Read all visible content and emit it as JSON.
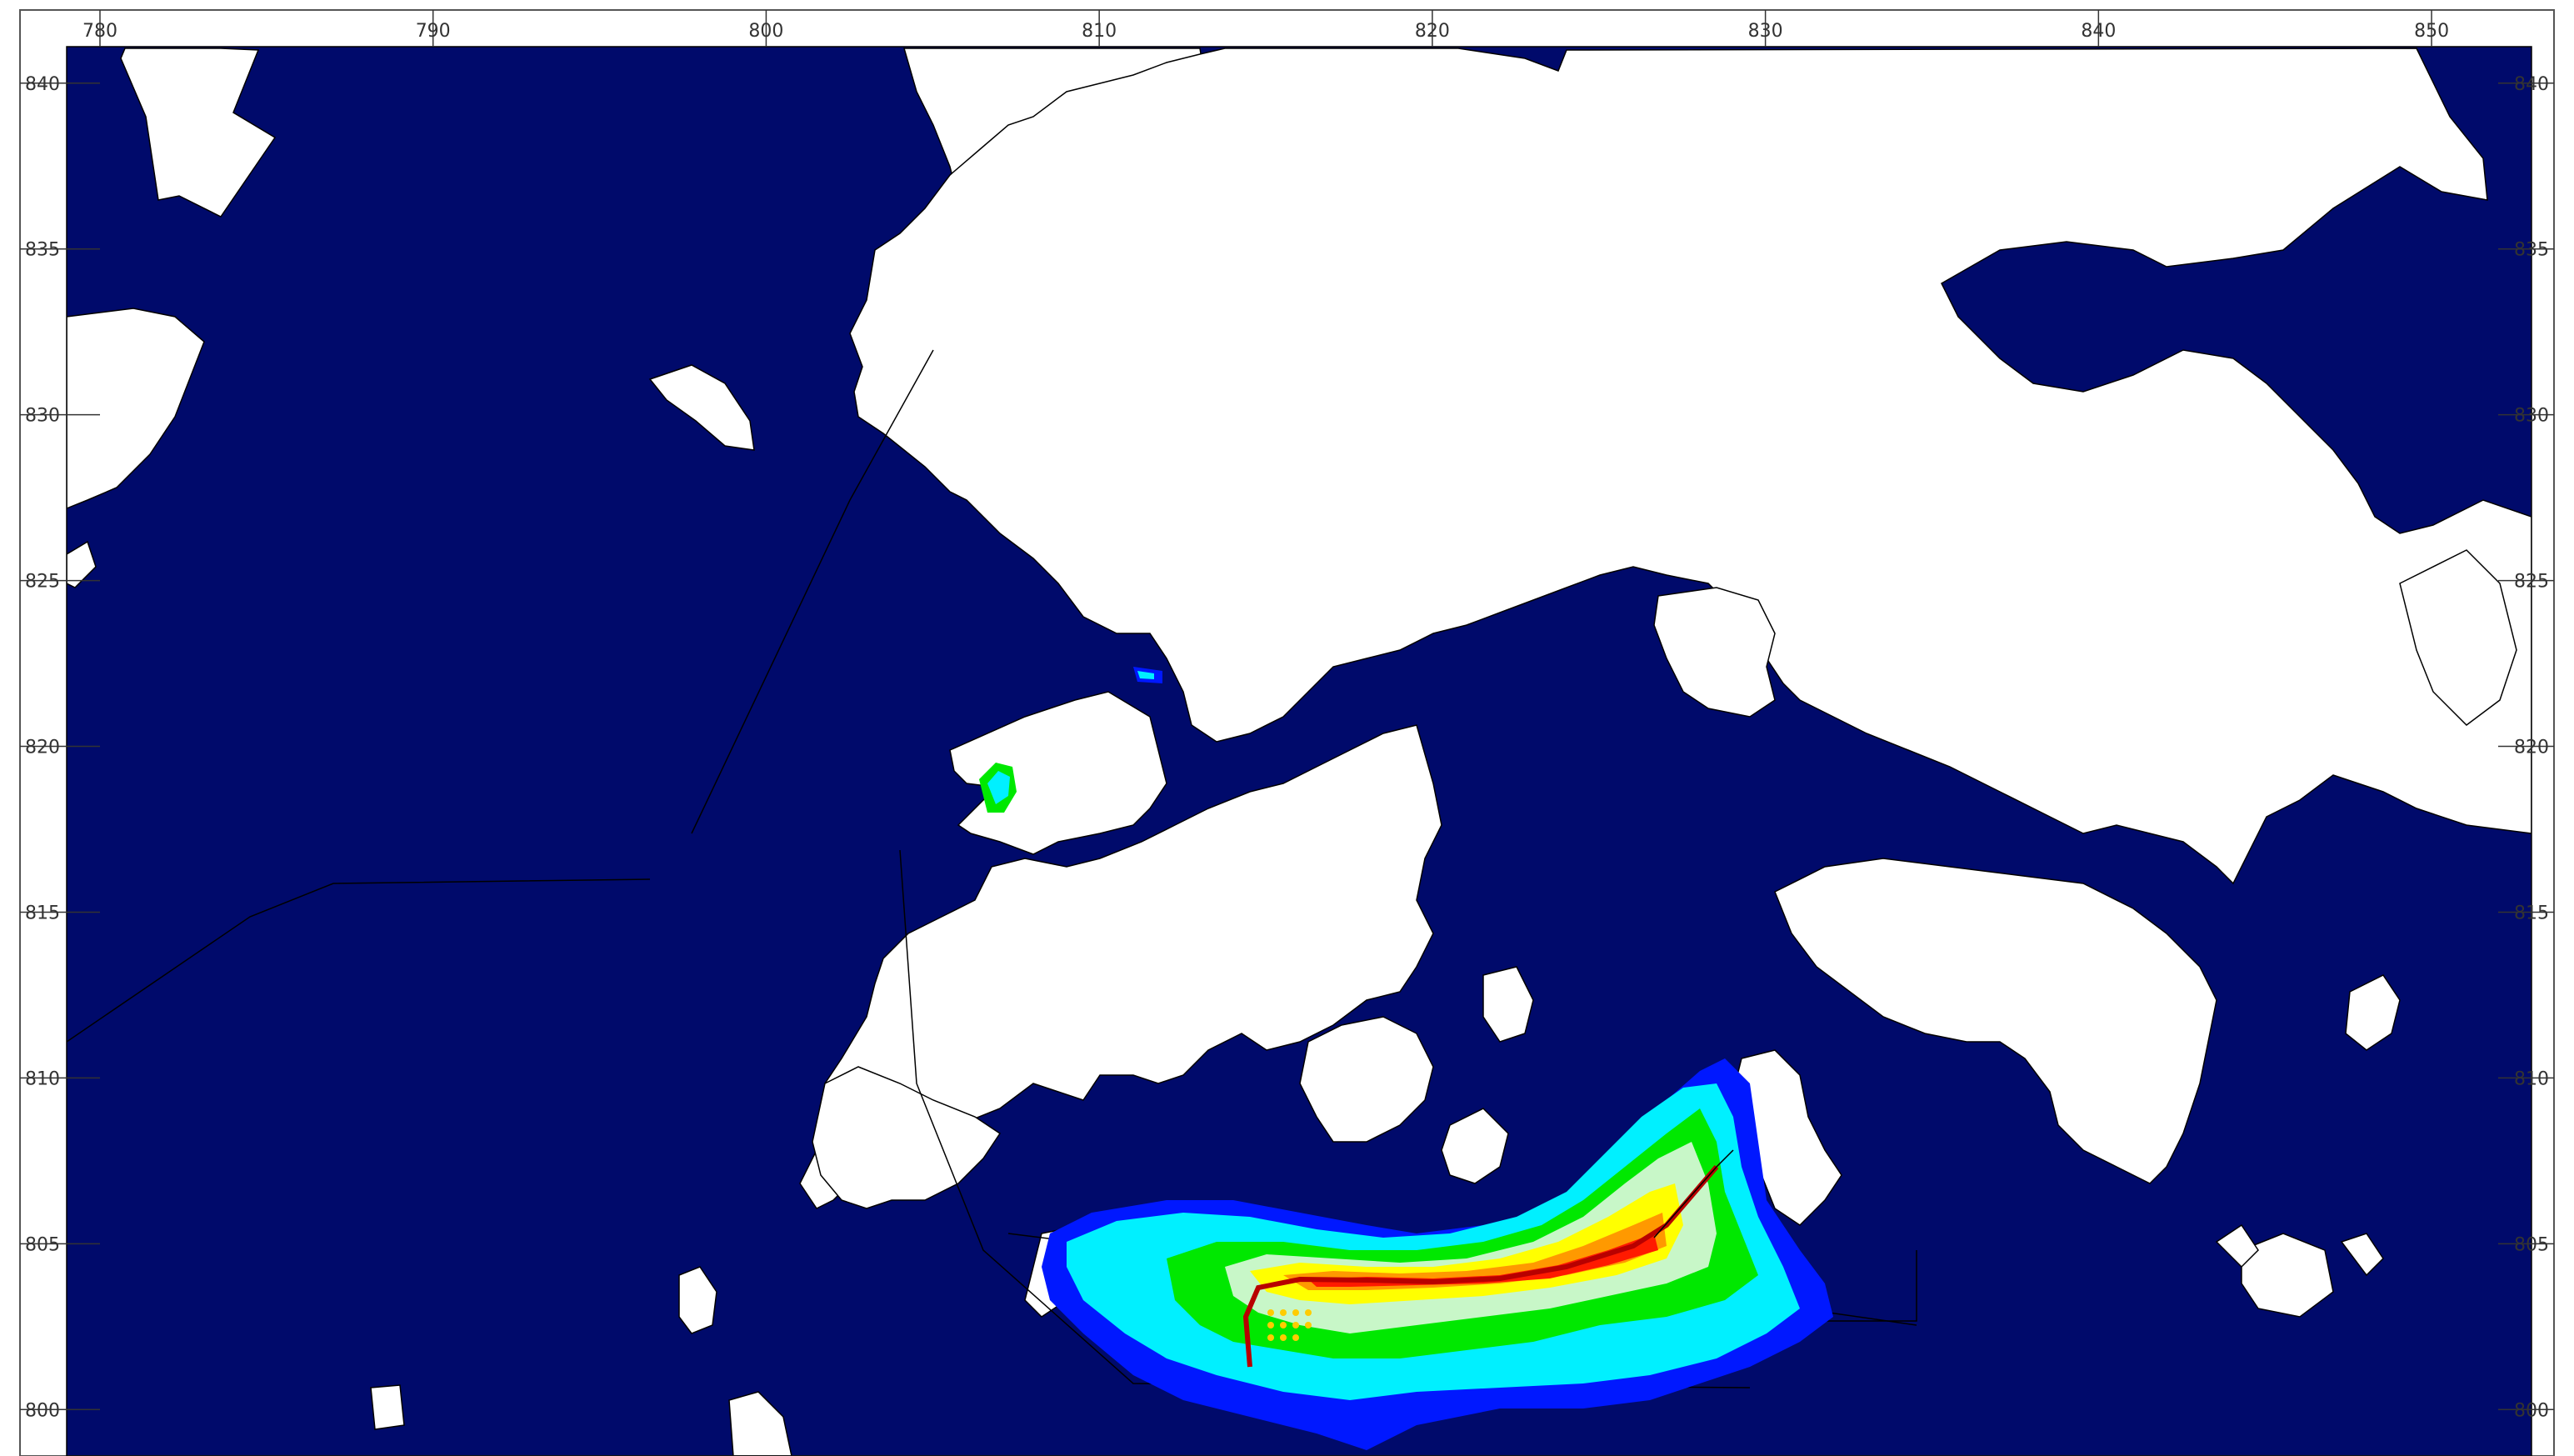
{
  "map": {
    "x_ticks": [
      "780",
      "790",
      "800",
      "810",
      "820",
      "830",
      "840",
      "850"
    ],
    "y_ticks": [
      "840",
      "835",
      "830",
      "825",
      "820",
      "815",
      "810",
      "805",
      "800"
    ],
    "x_range": [
      779,
      853
    ],
    "y_range": [
      798.6,
      841.1
    ],
    "colors": {
      "water": "#000a6b",
      "land": "#ffffff",
      "coastline": "#000000",
      "frame": "#555555",
      "plume_outer": "#0018ff",
      "plume_cyan": "#00f0ff",
      "plume_green": "#00e800",
      "plume_pale": "#c8f7c8",
      "plume_yellow": "#ffff00",
      "plume_orange": "#ff9900",
      "plume_red": "#ff1a00",
      "plume_core": "#b80000"
    }
  }
}
